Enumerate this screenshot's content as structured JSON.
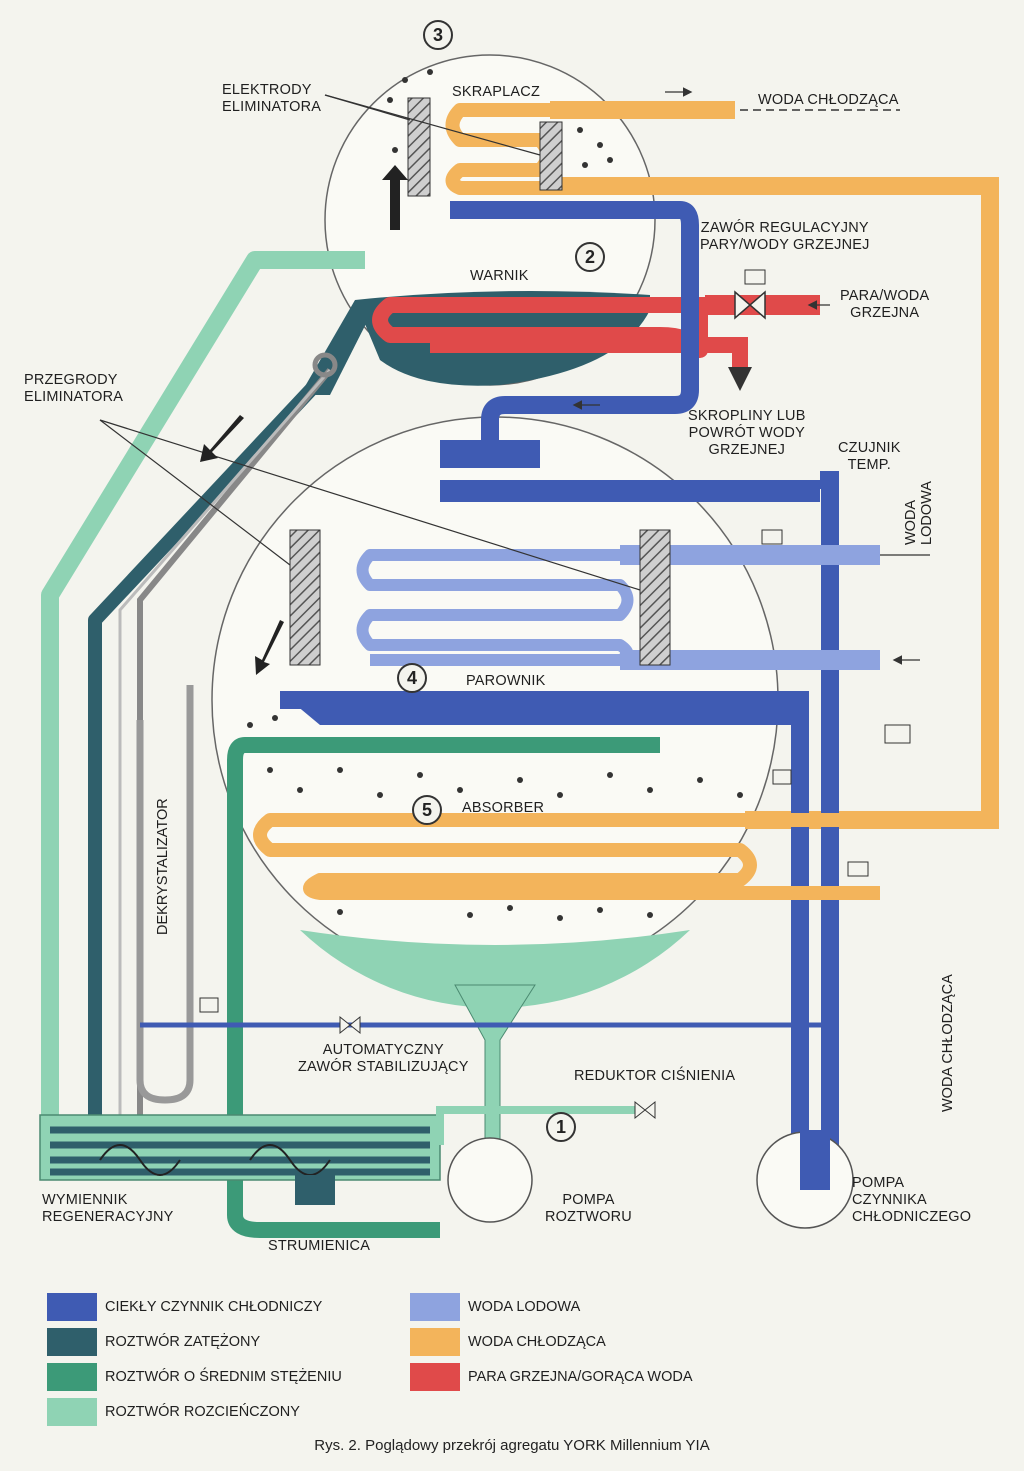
{
  "labels": {
    "elektrody": "ELEKTRODY\nELIMINATORA",
    "skraplacz": "SKRAPLACZ",
    "woda_chlodzaca_top": "WODA CHŁODZĄCA",
    "zawor_regulacyjny": "ZAWÓR REGULACYJNY\nPARY/WODY GRZEJNEJ",
    "warnik": "WARNIK",
    "para_woda": "PARA/WODA\nGRZEJNA",
    "przegrody": "PRZEGRODY\nELIMINATORA",
    "skropliny": "SKROPLINY LUB\nPOWRÓT WODY\nGRZEJNEJ",
    "czujnik": "CZUJNIK\nTEMP.",
    "woda_lodowa_vert": "WODA\nLODOWA",
    "parownik": "PAROWNIK",
    "absorber": "ABSORBER",
    "dekrystalizator": "DEKRYSTALIZATOR",
    "automatyczny": "AUTOMATYCZNY\nZAWÓR STABILIZUJĄCY",
    "reduktor": "REDUKTOR CIŚNIENIA",
    "woda_chlodzaca_vert": "WODA CHŁODZĄCA",
    "wymiennik": "WYMIENNIK\nREGENERACYJNY",
    "strumienica": "STRUMIENICA",
    "pompa_roztworu": "POMPA\nROZTWORU",
    "pompa_czynnika": "POMPA\nCZYNNIKA\nCHŁODNICZEGO"
  },
  "numbers": {
    "n1": "1",
    "n2": "2",
    "n3": "3",
    "n4": "4",
    "n5": "5"
  },
  "legend": [
    {
      "label": "CIEKŁY CZYNNIK CHŁODNICZY",
      "color": "#3f5bb3"
    },
    {
      "label": "ROZTWÓR ZATĘŻONY",
      "color": "#2f5f6b"
    },
    {
      "label": "ROZTWÓR O ŚREDNIM STĘŻENIU",
      "color": "#3c9a78"
    },
    {
      "label": "ROZTWÓR ROZCIEŃCZONY",
      "color": "#8fd3b4"
    },
    {
      "label": "WODA LODOWA",
      "color": "#8ea3df"
    },
    {
      "label": "WODA CHŁODZĄCA",
      "color": "#f3b45b"
    },
    {
      "label": "PARA GRZEJNA/GORĄCA WODA",
      "color": "#e04a4a"
    }
  ],
  "caption": "Rys. 2. Poglądowy przekrój agregatu YORK Millennium YIA"
}
